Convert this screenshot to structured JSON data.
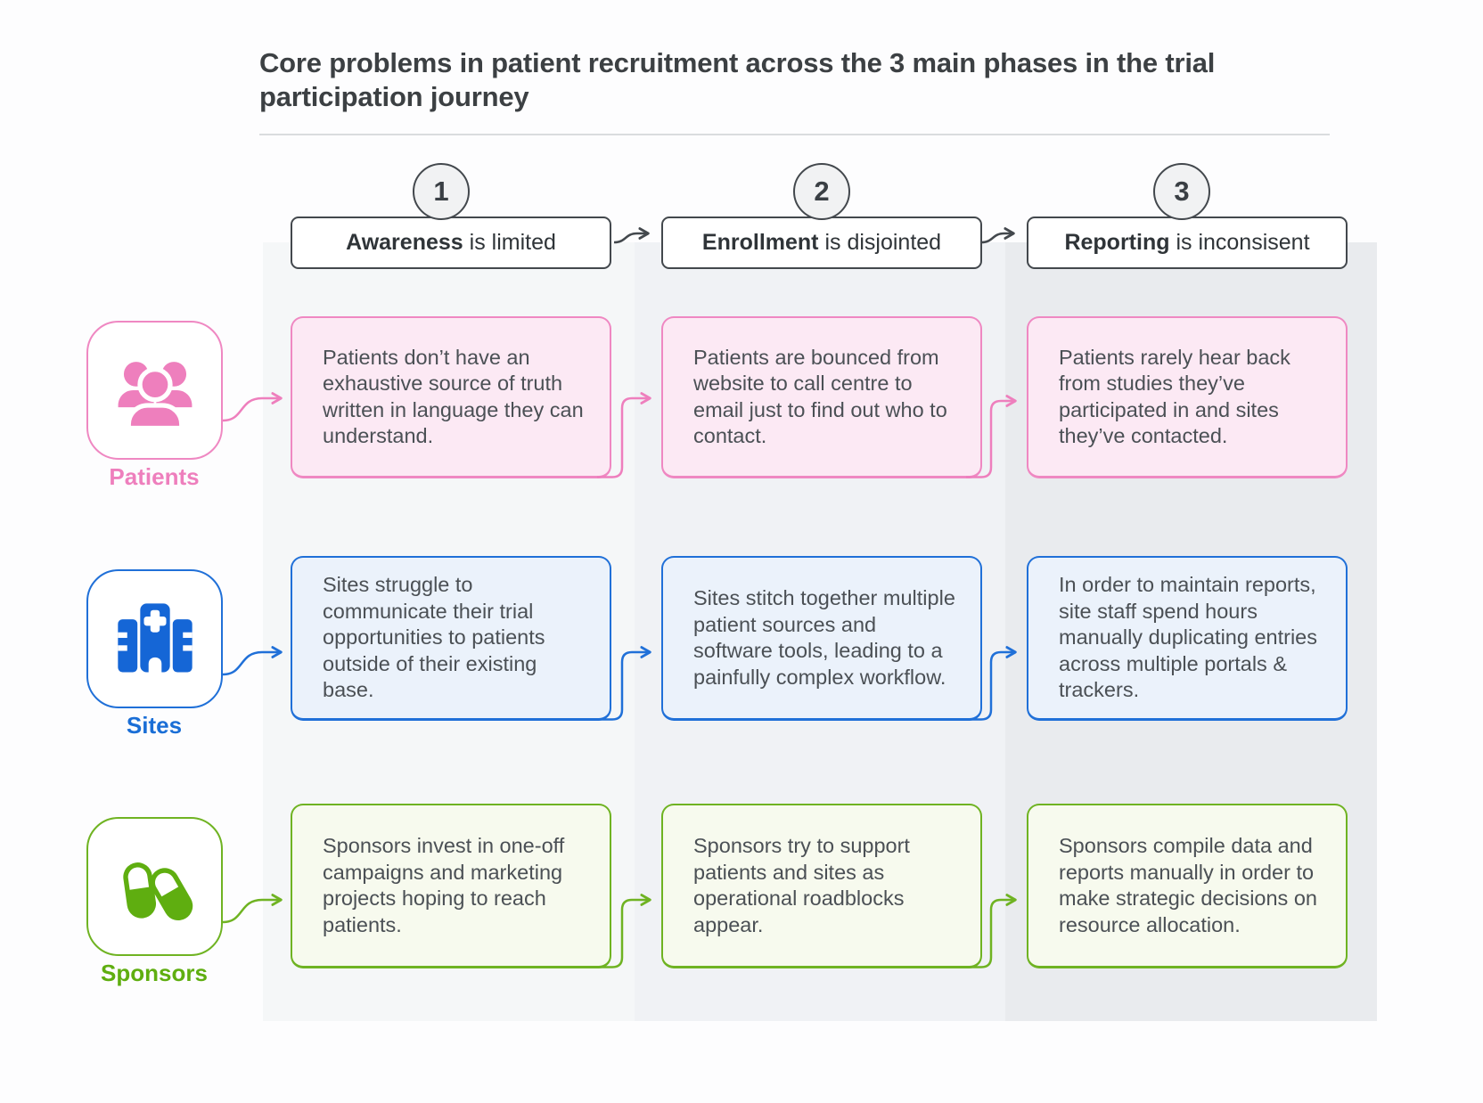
{
  "title": "Core problems in patient recruitment across the 3 main phases in the trial participation journey",
  "phases": [
    {
      "number": "1",
      "title_bold": "Awareness",
      "title_rest": " is limited"
    },
    {
      "number": "2",
      "title_bold": "Enrollment",
      "title_rest": " is disjointed"
    },
    {
      "number": "3",
      "title_bold": "Reporting",
      "title_rest": " is inconsisent"
    }
  ],
  "rows": [
    {
      "label": "Patients",
      "icon": "people-group-icon",
      "color": "#ee7fbd",
      "cells": [
        "Patients don’t have an exhaustive source of truth written in language they can understand.",
        "Patients are bounced from website to call centre to email just to find out who to contact.",
        "Patients rarely hear back from studies they’ve participated in and sites they’ve contacted."
      ]
    },
    {
      "label": "Sites",
      "icon": "hospital-icon",
      "color": "#1a6ed6",
      "cells": [
        "Sites struggle to communicate their trial opportunities to patients outside of their existing base.",
        "Sites stitch together multiple patient sources and software tools, leading to a painfully complex workflow.",
        "In order to maintain reports, site staff spend hours manually duplicating entries across multiple portals & trackers."
      ]
    },
    {
      "label": "Sponsors",
      "icon": "pills-icon",
      "color": "#5fae10",
      "cells": [
        "Sponsors invest in one-off campaigns and marketing projects hoping to reach patients.",
        "Sponsors try to support patients and sites as operational roadblocks appear.",
        "Sponsors compile data and reports manually in order to make strategic decisions on resource allocation."
      ]
    }
  ],
  "colors": {
    "patients_accent": "#ee7fbd",
    "sites_accent": "#1a6ed6",
    "sponsors_accent": "#5fae10",
    "header_outline": "#43484d",
    "patients_fill": "#fce9f4",
    "sites_fill": "#ebf2fb",
    "sponsors_fill": "#f7faee"
  }
}
